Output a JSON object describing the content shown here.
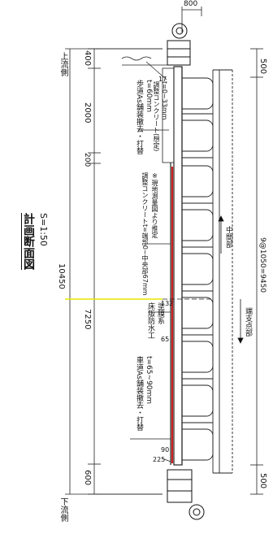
{
  "title": "計画断面図",
  "scale": "S=1:50",
  "side_upstream": "上流側",
  "side_downstream": "下流側",
  "dims_left": [
    "400",
    "2000",
    "200",
    "7250",
    "600"
  ],
  "dim_total": "10450",
  "dim_top": "800",
  "dims_right": [
    "500",
    "9@1050=9450",
    "500"
  ],
  "small_dims": [
    "17",
    "132",
    "65",
    "90",
    "225"
  ],
  "notes": {
    "sidewalk_removal": "歩道As舗装撤去・打替",
    "sidewalk_thickness": "t=60mm",
    "adjust_concrete": "調整コンクリート(想定)",
    "adjust_thickness": "t=0~33mm",
    "adjust_center": "調整コンクリートt=端部0~中央部67mm",
    "survey_note": "※現地測量図より推定",
    "waterproof": "床版防水工",
    "waterproof_type": "塗膜系",
    "road_removal": "車道As舗装撤去・打替",
    "road_thickness": "t=65~90mm"
  },
  "labels": {
    "middle": "中間部",
    "support": "端支点部"
  }
}
